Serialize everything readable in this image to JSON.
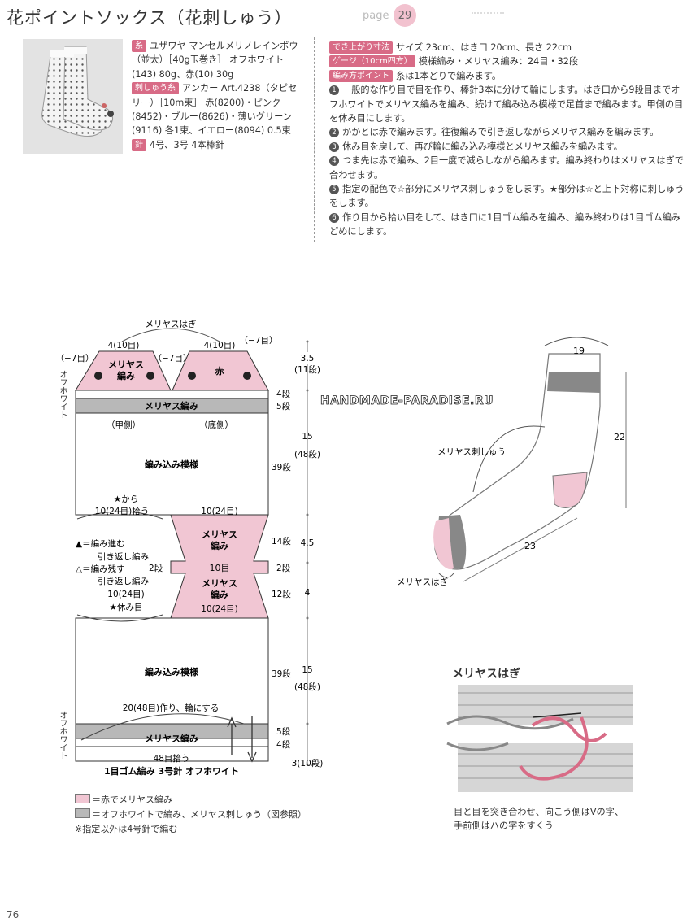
{
  "header": {
    "title": "花ポイントソックス（花刺しゅう）",
    "page_word": "page",
    "page_badge": "29"
  },
  "materials": {
    "yarn_tag": "糸",
    "yarn_text": "ユザワヤ マンセルメリノレインボウ（並太）［40g玉巻き］ オフホワイト(143) 80g、赤(10) 30g",
    "emb_tag": "刺しゅう糸",
    "emb_text": "アンカー Art.4238（タピセリー）［10m束］ 赤(8200)・ピンク(8452)・ブルー(8626)・薄いグリーン(9116) 各1束、イエロー(8094) 0.5束",
    "needle_tag": "針",
    "needle_text": "4号、3号 4本棒針"
  },
  "specs": {
    "size_tag": "でき上がり寸法",
    "size_text": "サイズ 23cm、はき口 20cm、長さ 22cm",
    "gauge_tag": "ゲージ（10cm四方）",
    "gauge_text": "模様編み・メリヤス編み：24目・32段",
    "point_tag": "編み方ポイント",
    "point_text": "糸は1本どりで編みます。",
    "steps": [
      "一般的な作り目で目を作り、棒針3本に分けて輪にします。はき口から9段目までオフホワイトでメリヤス編みを編み、続けて編み込み模様で足首まで編みます。甲側の目を休み目にします。",
      "かかとは赤で編みます。往復編みで引き返しながらメリヤス編みを編みます。",
      "休み目を戻して、再び輪に編み込み模様とメリヤス編みを編みます。",
      "つま先は赤で編み、2目一度で減らしながら編みます。編み終わりはメリヤスはぎで合わせます。",
      "指定の配色で☆部分にメリヤス刺しゅうをします。★部分は☆と上下対称に刺しゅうをします。",
      "作り目から拾い目をして、はき口に1目ゴム編みを編み、編み終わりは1目ゴム編みどめにします。"
    ],
    "step_marks": [
      "1",
      "2",
      "3",
      "4",
      "5",
      "6"
    ]
  },
  "diagram": {
    "top_label": "メリヤスはぎ",
    "toe_left_count": "4(10目)",
    "toe_right_count": "4(10目)",
    "minus7_a": "（−7目）",
    "minus7_b": "（−7目）",
    "minus7_c": "（−7目）",
    "toe_left_text1": "メリヤス",
    "toe_left_text2": "編み",
    "toe_right_text": "赤",
    "toe_height": "3.5",
    "toe_rows": "(11段)",
    "offwhite_label": "オフホワイト",
    "stockinette_top": "メリヤス編み",
    "rows_4a": "4段",
    "rows_5a": "5段",
    "instep": "（甲側）",
    "sole": "（底側）",
    "pattern_top": "編み込み模様",
    "rows_39a": "39段",
    "h15_a": "15",
    "h48_a": "(48段)",
    "star_from": "★から",
    "pickup": "10(24目)拾う",
    "ten24_top": "10(24目)",
    "heel_top_text1": "メリヤス",
    "heel_top_text2": "編み",
    "rows_14": "14段",
    "h45": "4.5",
    "short_row_a1": "▲＝編み進む",
    "short_row_a2": "引き返し編み",
    "short_row_b1": "△＝編み残す",
    "short_row_b2": "引き返し編み",
    "rows_2a": "2段",
    "rows_2b": "2段",
    "ten_sts": "10目",
    "heel_bot_text1": "メリヤス",
    "heel_bot_text2": "編み",
    "ten24_left": "10(24目)",
    "ten24_bottom": "10(24目)",
    "rest_sts": "★休み目",
    "rows_12": "12段",
    "h4": "4",
    "pattern_bottom": "編み込み模様",
    "rows_39b": "39段",
    "h15_b": "15",
    "h48_b": "(48段)",
    "cast_on": "20(48目)作り、輪にする",
    "offwhite_label2": "オフホワイト",
    "stockinette_bottom": "メリヤス編み",
    "rows_5b": "5段",
    "rows_4b": "4段",
    "pickup_48": "48目拾う",
    "ribbing": "1目ゴム編み 3号針 オフホワイト",
    "rib_height": "3(10段)"
  },
  "legend": {
    "pink": "＝赤でメリヤス編み",
    "gray": "＝オフホワイトで編み、メリヤス刺しゅう（図参照）",
    "note": "※指定以外は4号針で編む",
    "pink_color": "#f1c6d3",
    "gray_color": "#b8b8b8"
  },
  "sock": {
    "dim_19": "19",
    "dim_22": "22",
    "dim_23": "23",
    "emb_label": "メリヤス刺しゅう",
    "graft_label": "メリヤスはぎ"
  },
  "watermark": "HANDMADE-PARADISE.RU",
  "graft": {
    "title": "メリヤスはぎ",
    "caption": "目と目を突き合わせ、向こう側はVの字、手前側はハの字をすくう"
  },
  "page_number": "76"
}
